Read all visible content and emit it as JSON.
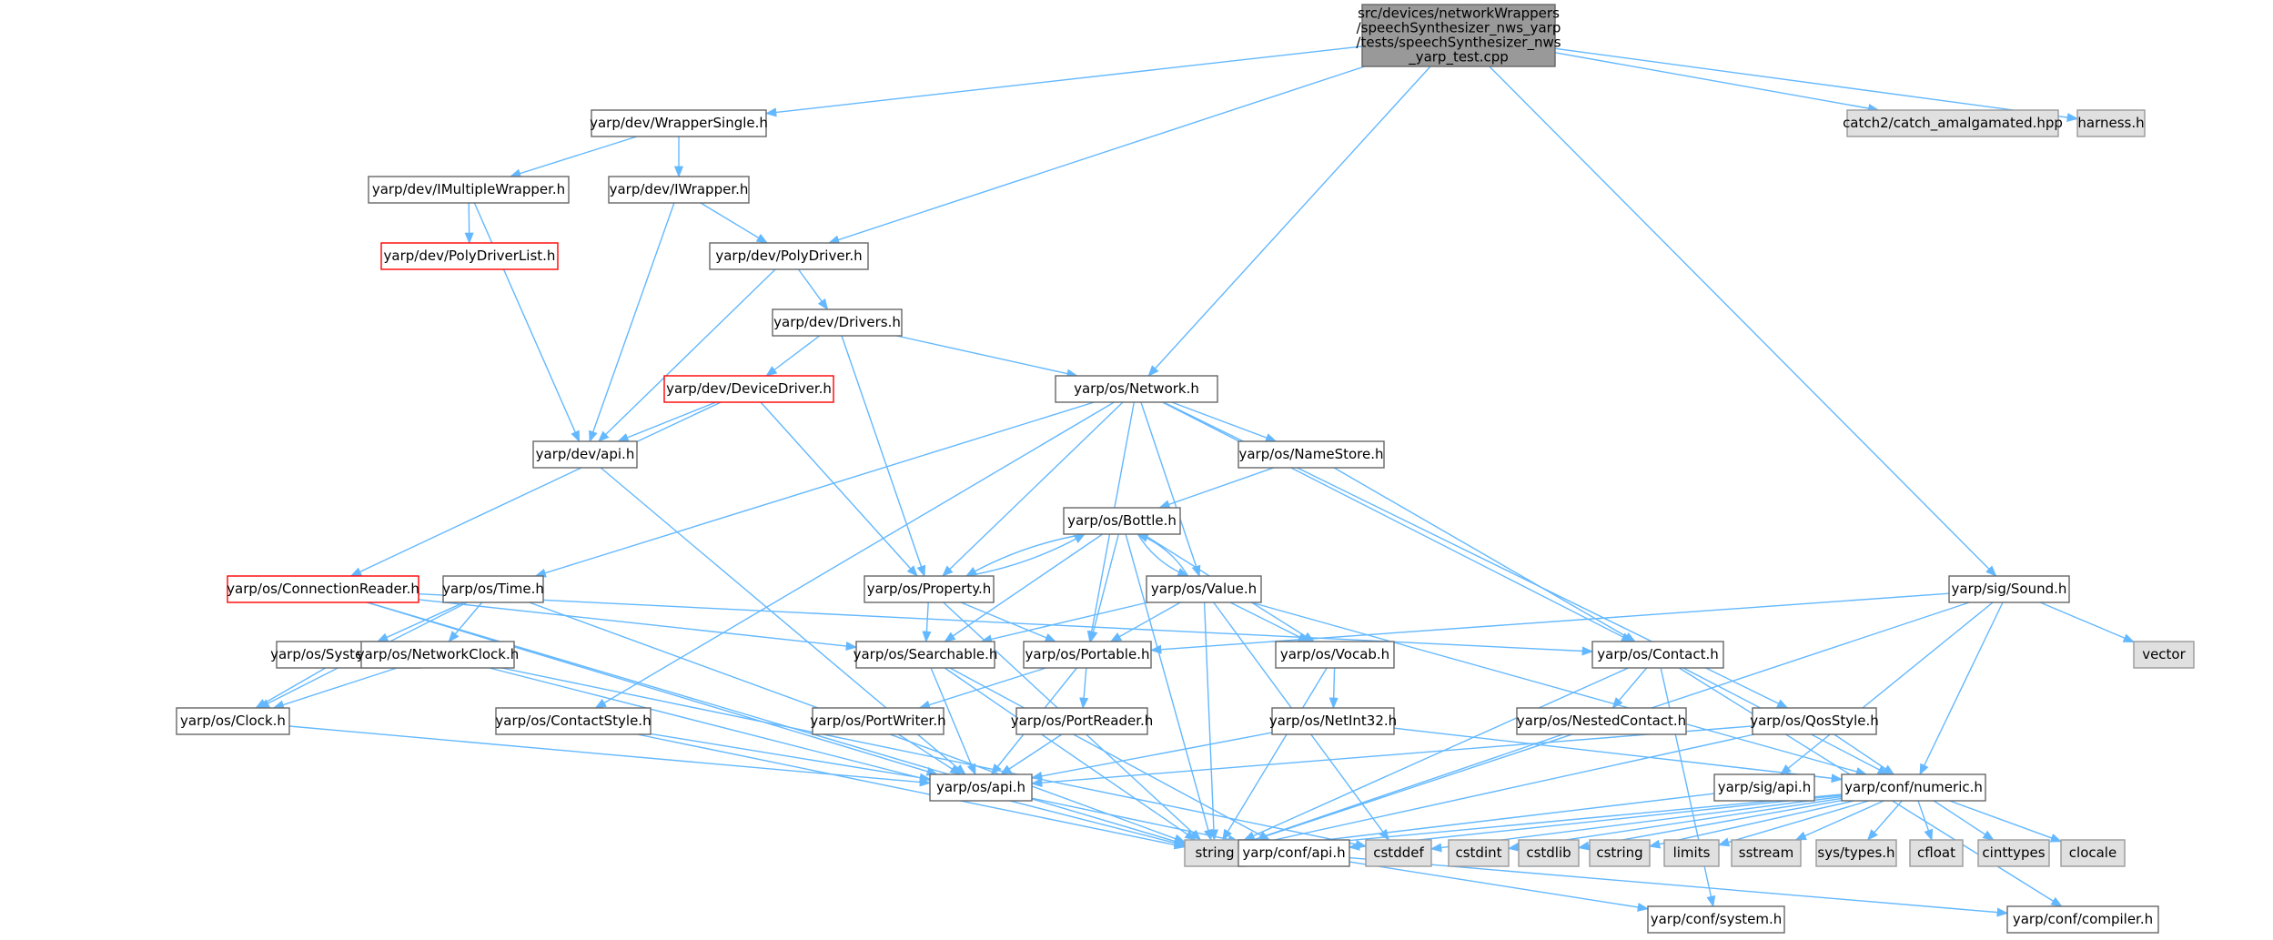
{
  "diagram": {
    "nodes": [
      {
        "id": "root",
        "lines": [
          "src/devices/networkWrappers",
          "/speechSynthesizer_nws_yarp",
          "/tests/speechSynthesizer_nws",
          "_yarp_test.cpp"
        ],
        "style": "root"
      },
      {
        "id": "wrappersingle",
        "lines": [
          "yarp/dev/WrapperSingle.h"
        ],
        "style": "normal"
      },
      {
        "id": "catch2",
        "lines": [
          "catch2/catch_amalgamated.hpp"
        ],
        "style": "external"
      },
      {
        "id": "harness",
        "lines": [
          "harness.h"
        ],
        "style": "external"
      },
      {
        "id": "imultiplewrapper",
        "lines": [
          "yarp/dev/IMultipleWrapper.h"
        ],
        "style": "normal"
      },
      {
        "id": "iwrapper",
        "lines": [
          "yarp/dev/IWrapper.h"
        ],
        "style": "normal"
      },
      {
        "id": "polydriverlist",
        "lines": [
          "yarp/dev/PolyDriverList.h"
        ],
        "style": "truncated"
      },
      {
        "id": "polydriver",
        "lines": [
          "yarp/dev/PolyDriver.h"
        ],
        "style": "normal"
      },
      {
        "id": "drivers",
        "lines": [
          "yarp/dev/Drivers.h"
        ],
        "style": "normal"
      },
      {
        "id": "devicedriver",
        "lines": [
          "yarp/dev/DeviceDriver.h"
        ],
        "style": "truncated"
      },
      {
        "id": "network",
        "lines": [
          "yarp/os/Network.h"
        ],
        "style": "normal"
      },
      {
        "id": "devapi",
        "lines": [
          "yarp/dev/api.h"
        ],
        "style": "normal"
      },
      {
        "id": "namestore",
        "lines": [
          "yarp/os/NameStore.h"
        ],
        "style": "normal"
      },
      {
        "id": "bottle",
        "lines": [
          "yarp/os/Bottle.h"
        ],
        "style": "normal"
      },
      {
        "id": "connectionreader",
        "lines": [
          "yarp/os/ConnectionReader.h"
        ],
        "style": "truncated"
      },
      {
        "id": "time",
        "lines": [
          "yarp/os/Time.h"
        ],
        "style": "normal"
      },
      {
        "id": "property",
        "lines": [
          "yarp/os/Property.h"
        ],
        "style": "normal"
      },
      {
        "id": "value",
        "lines": [
          "yarp/os/Value.h"
        ],
        "style": "normal"
      },
      {
        "id": "sound",
        "lines": [
          "yarp/sig/Sound.h"
        ],
        "style": "normal"
      },
      {
        "id": "systemclock",
        "lines": [
          "yarp/os/SystemClock.h"
        ],
        "style": "normal"
      },
      {
        "id": "networkclock",
        "lines": [
          "yarp/os/NetworkClock.h"
        ],
        "style": "normal"
      },
      {
        "id": "searchable",
        "lines": [
          "yarp/os/Searchable.h"
        ],
        "style": "normal"
      },
      {
        "id": "portable",
        "lines": [
          "yarp/os/Portable.h"
        ],
        "style": "normal"
      },
      {
        "id": "vocab",
        "lines": [
          "yarp/os/Vocab.h"
        ],
        "style": "normal"
      },
      {
        "id": "contact",
        "lines": [
          "yarp/os/Contact.h"
        ],
        "style": "normal"
      },
      {
        "id": "vector",
        "lines": [
          "vector"
        ],
        "style": "external"
      },
      {
        "id": "clock",
        "lines": [
          "yarp/os/Clock.h"
        ],
        "style": "normal"
      },
      {
        "id": "contactstyle",
        "lines": [
          "yarp/os/ContactStyle.h"
        ],
        "style": "normal"
      },
      {
        "id": "portwriter",
        "lines": [
          "yarp/os/PortWriter.h"
        ],
        "style": "normal"
      },
      {
        "id": "portreader",
        "lines": [
          "yarp/os/PortReader.h"
        ],
        "style": "normal"
      },
      {
        "id": "netint32",
        "lines": [
          "yarp/os/NetInt32.h"
        ],
        "style": "normal"
      },
      {
        "id": "nestedcontact",
        "lines": [
          "yarp/os/NestedContact.h"
        ],
        "style": "normal"
      },
      {
        "id": "qosstyle",
        "lines": [
          "yarp/os/QosStyle.h"
        ],
        "style": "normal"
      },
      {
        "id": "osapi",
        "lines": [
          "yarp/os/api.h"
        ],
        "style": "normal"
      },
      {
        "id": "sigapi",
        "lines": [
          "yarp/sig/api.h"
        ],
        "style": "normal"
      },
      {
        "id": "numeric",
        "lines": [
          "yarp/conf/numeric.h"
        ],
        "style": "normal"
      },
      {
        "id": "string",
        "lines": [
          "string"
        ],
        "style": "external"
      },
      {
        "id": "confapi",
        "lines": [
          "yarp/conf/api.h"
        ],
        "style": "normal"
      },
      {
        "id": "cstddef",
        "lines": [
          "cstddef"
        ],
        "style": "external"
      },
      {
        "id": "cstdint",
        "lines": [
          "cstdint"
        ],
        "style": "external"
      },
      {
        "id": "cstdlib",
        "lines": [
          "cstdlib"
        ],
        "style": "external"
      },
      {
        "id": "cstring",
        "lines": [
          "cstring"
        ],
        "style": "external"
      },
      {
        "id": "limits",
        "lines": [
          "limits"
        ],
        "style": "external"
      },
      {
        "id": "sstream",
        "lines": [
          "sstream"
        ],
        "style": "external"
      },
      {
        "id": "systypes",
        "lines": [
          "sys/types.h"
        ],
        "style": "external"
      },
      {
        "id": "cfloat",
        "lines": [
          "cfloat"
        ],
        "style": "external"
      },
      {
        "id": "cinttypes",
        "lines": [
          "cinttypes"
        ],
        "style": "external"
      },
      {
        "id": "clocale",
        "lines": [
          "clocale"
        ],
        "style": "external"
      },
      {
        "id": "confsystem",
        "lines": [
          "yarp/conf/system.h"
        ],
        "style": "normal"
      },
      {
        "id": "confcompiler",
        "lines": [
          "yarp/conf/compiler.h"
        ],
        "style": "normal"
      }
    ],
    "edges": [
      [
        "root",
        "wrappersingle"
      ],
      [
        "root",
        "polydriver"
      ],
      [
        "root",
        "network"
      ],
      [
        "root",
        "sound"
      ],
      [
        "root",
        "catch2"
      ],
      [
        "root",
        "harness"
      ],
      [
        "wrappersingle",
        "imultiplewrapper"
      ],
      [
        "wrappersingle",
        "iwrapper"
      ],
      [
        "imultiplewrapper",
        "polydriverlist"
      ],
      [
        "imultiplewrapper",
        "devapi"
      ],
      [
        "iwrapper",
        "polydriver"
      ],
      [
        "iwrapper",
        "devapi"
      ],
      [
        "polydriver",
        "drivers"
      ],
      [
        "polydriver",
        "devapi"
      ],
      [
        "drivers",
        "devicedriver"
      ],
      [
        "drivers",
        "network"
      ],
      [
        "drivers",
        "property"
      ],
      [
        "devicedriver",
        "devapi"
      ],
      [
        "devicedriver",
        "connectionreader"
      ],
      [
        "devicedriver",
        "property"
      ],
      [
        "devapi",
        "osapi"
      ],
      [
        "network",
        "time"
      ],
      [
        "network",
        "contactstyle"
      ],
      [
        "network",
        "property"
      ],
      [
        "network",
        "portable"
      ],
      [
        "network",
        "value"
      ],
      [
        "network",
        "namestore"
      ],
      [
        "network",
        "contact"
      ],
      [
        "network",
        "qosstyle"
      ],
      [
        "namestore",
        "bottle"
      ],
      [
        "namestore",
        "contact"
      ],
      [
        "bottle",
        "property"
      ],
      [
        "bottle",
        "searchable"
      ],
      [
        "bottle",
        "portable"
      ],
      [
        "bottle",
        "value"
      ],
      [
        "bottle",
        "vocab"
      ],
      [
        "bottle",
        "string"
      ],
      [
        "property",
        "bottle"
      ],
      [
        "property",
        "searchable"
      ],
      [
        "property",
        "portable"
      ],
      [
        "property",
        "string"
      ],
      [
        "value",
        "bottle"
      ],
      [
        "value",
        "searchable"
      ],
      [
        "value",
        "portable"
      ],
      [
        "value",
        "vocab"
      ],
      [
        "value",
        "string"
      ],
      [
        "value",
        "cstddef"
      ],
      [
        "value",
        "numeric"
      ],
      [
        "connectionreader",
        "searchable"
      ],
      [
        "connectionreader",
        "contact"
      ],
      [
        "connectionreader",
        "osapi"
      ],
      [
        "connectionreader",
        "string"
      ],
      [
        "time",
        "systemclock"
      ],
      [
        "time",
        "networkclock"
      ],
      [
        "time",
        "clock"
      ],
      [
        "time",
        "string"
      ],
      [
        "systemclock",
        "clock"
      ],
      [
        "networkclock",
        "clock"
      ],
      [
        "networkclock",
        "string"
      ],
      [
        "networkclock",
        "cstddef"
      ],
      [
        "clock",
        "osapi"
      ],
      [
        "searchable",
        "osapi"
      ],
      [
        "searchable",
        "string"
      ],
      [
        "searchable",
        "confapi"
      ],
      [
        "portable",
        "portwriter"
      ],
      [
        "portable",
        "portreader"
      ],
      [
        "portable",
        "osapi"
      ],
      [
        "portwriter",
        "osapi"
      ],
      [
        "portreader",
        "osapi"
      ],
      [
        "vocab",
        "netint32"
      ],
      [
        "vocab",
        "string"
      ],
      [
        "netint32",
        "osapi"
      ],
      [
        "netint32",
        "numeric"
      ],
      [
        "contact",
        "nestedcontact"
      ],
      [
        "contact",
        "string"
      ],
      [
        "contact",
        "numeric"
      ],
      [
        "contact",
        "confsystem"
      ],
      [
        "contact",
        "confcompiler"
      ],
      [
        "nestedcontact",
        "string"
      ],
      [
        "contactstyle",
        "osapi"
      ],
      [
        "contactstyle",
        "string"
      ],
      [
        "qosstyle",
        "osapi"
      ],
      [
        "qosstyle",
        "numeric"
      ],
      [
        "qosstyle",
        "string"
      ],
      [
        "sound",
        "portable"
      ],
      [
        "sound",
        "sigapi"
      ],
      [
        "sound",
        "numeric"
      ],
      [
        "sound",
        "vector"
      ],
      [
        "sound",
        "string"
      ],
      [
        "sigapi",
        "string"
      ],
      [
        "osapi",
        "confapi"
      ],
      [
        "numeric",
        "string"
      ],
      [
        "numeric",
        "confapi"
      ],
      [
        "numeric",
        "cstddef"
      ],
      [
        "numeric",
        "cstdint"
      ],
      [
        "numeric",
        "cstdlib"
      ],
      [
        "numeric",
        "cstring"
      ],
      [
        "numeric",
        "limits"
      ],
      [
        "numeric",
        "sstream"
      ],
      [
        "numeric",
        "systypes"
      ],
      [
        "numeric",
        "cfloat"
      ],
      [
        "numeric",
        "cinttypes"
      ],
      [
        "numeric",
        "clocale"
      ],
      [
        "confapi",
        "confsystem"
      ],
      [
        "confapi",
        "confcompiler"
      ]
    ]
  },
  "colors": {
    "edge": "#63b8ff",
    "root_fill": "#999999",
    "external_fill": "#e0e0e0",
    "external_border": "#999999",
    "normal_border": "#666666",
    "truncated_border": "#ff0000"
  }
}
